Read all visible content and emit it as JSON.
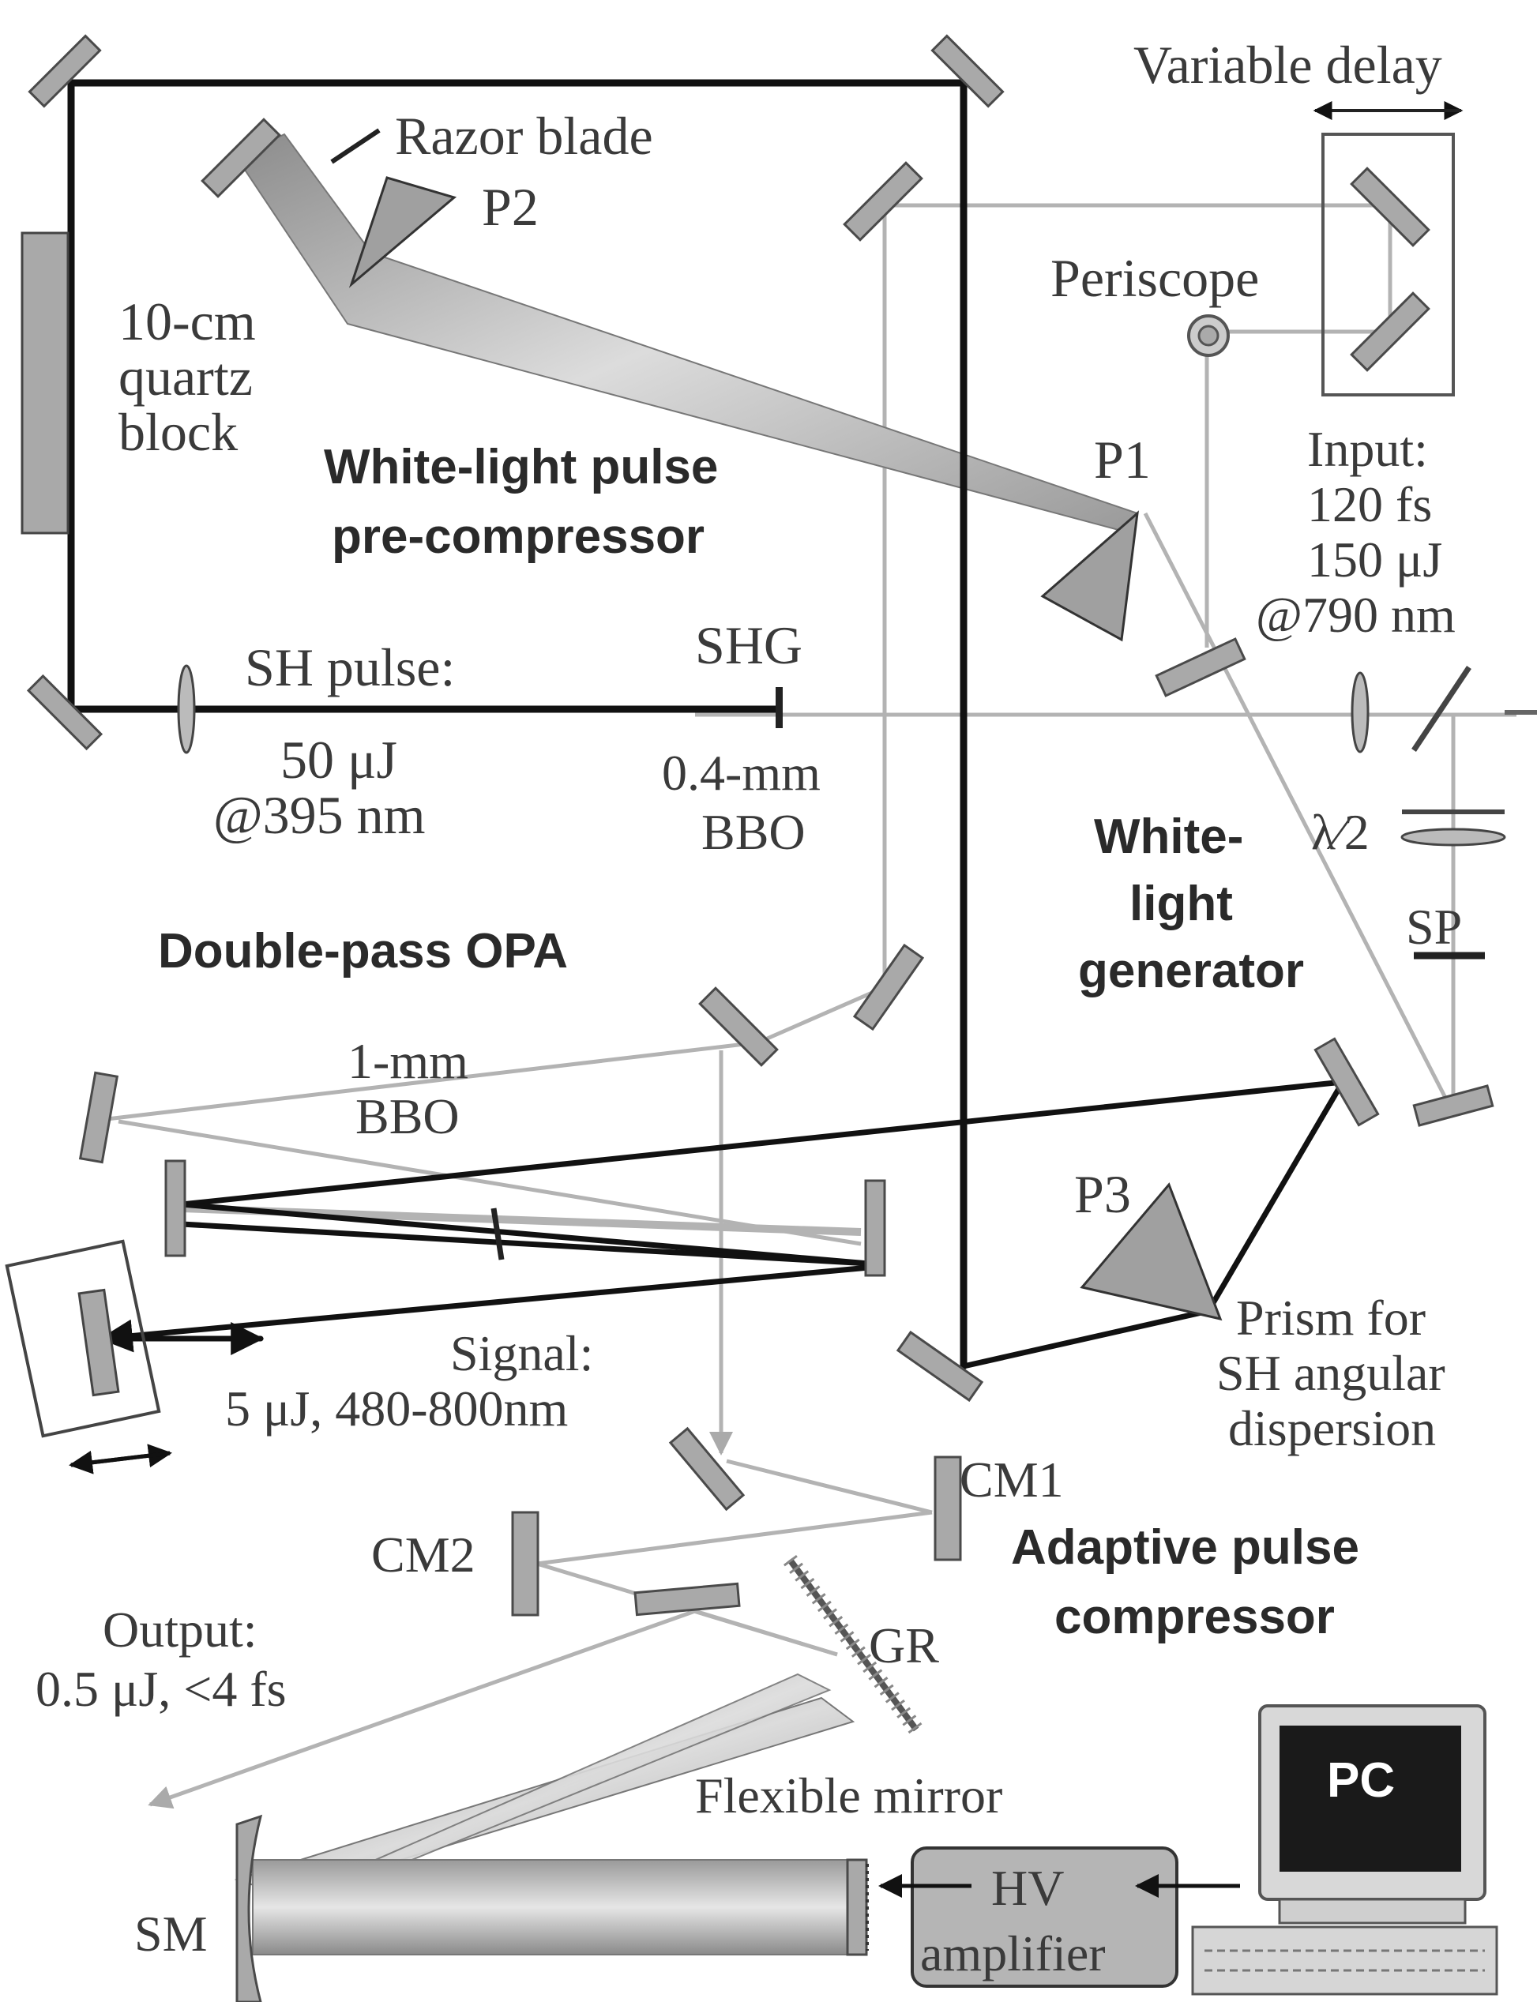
{
  "labels": {
    "variable_delay": "Variable delay",
    "razor_blade": "Razor blade",
    "p2": "P2",
    "periscope": "Periscope",
    "quartz_1": "10-cm",
    "quartz_2": "quartz",
    "quartz_3": "block",
    "precomp_1": "White-light pulse",
    "precomp_2": "pre-compressor",
    "p1": "P1",
    "input_1": "Input:",
    "input_2": "120 fs",
    "input_3": "150 μJ",
    "input_4": "@790 nm",
    "sh_pulse": "SH pulse:",
    "shg": "SHG",
    "sh_energy": "50 μJ",
    "sh_wavelength": "@395 nm",
    "bbo_04_1": "0.4-mm",
    "bbo_04_2": "BBO",
    "wlg_1": "White-",
    "wlg_2": "light",
    "wlg_3": "generator",
    "half_wave": "λ⁄2",
    "sp": "SP",
    "opa": "Double-pass OPA",
    "bbo_1_1": "1-mm",
    "bbo_1_2": "BBO",
    "p3": "P3",
    "prism_sh_1": "Prism for",
    "prism_sh_2": "SH angular",
    "prism_sh_3": "dispersion",
    "signal_1": "Signal:",
    "signal_2": "5 μJ, 480-800nm",
    "cm1": "CM1",
    "cm2": "CM2",
    "apc_1": "Adaptive pulse",
    "apc_2": "compressor",
    "output_1": "Output:",
    "output_2": "0.5 μJ, <4 fs",
    "gr": "GR",
    "pc": "PC",
    "flex_mirror": "Flexible  mirror",
    "hv_1": "HV",
    "hv_2": "amplifier",
    "sm": "SM"
  }
}
